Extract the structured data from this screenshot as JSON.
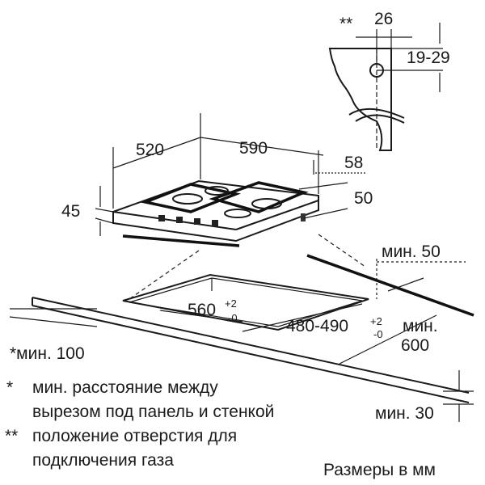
{
  "dims": {
    "top_stars": "**",
    "d26": "26",
    "d19_29": "19-29",
    "d520": "520",
    "d590": "590",
    "d58": "58",
    "d50": "50",
    "d45": "45",
    "min50": "мин. 50",
    "d560": "560",
    "d560_tol_plus": "+2",
    "d560_tol_minus": "-0",
    "d480_490": "480-490",
    "d480_tol_plus": "+2",
    "d480_tol_minus": "-0",
    "min600_a": "мин.",
    "min600_b": "600",
    "min100": "*мин. 100",
    "min30": "мин. 30"
  },
  "notes": [
    {
      "mark": "*",
      "line1": "мин. расстояние между",
      "line2": "вырезом под панель и стенкой"
    },
    {
      "mark": "**",
      "line1": "положение отверстия для",
      "line2": "подключения газа"
    }
  ],
  "footer": "Размеры в мм"
}
